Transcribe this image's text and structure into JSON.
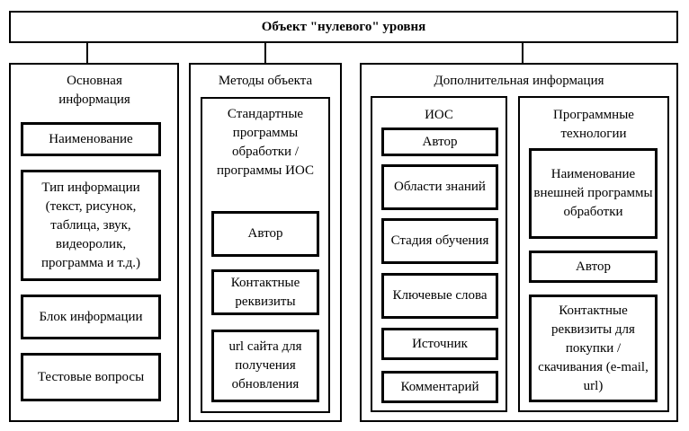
{
  "root": {
    "title": "Объект \"нулевого\" уровня"
  },
  "col1": {
    "title": "Основная информация",
    "items": [
      "Наименование",
      "Тип информации (текст, рисунок, таблица, звук, видеоролик, программа и т.д.)",
      "Блок информации",
      "Тестовые вопросы"
    ]
  },
  "col2": {
    "title": "Методы объекта",
    "sub_title": "Стандартные программы обработки / программы ИОС",
    "items": [
      "Автор",
      "Контактные реквизиты",
      "url сайта для получения обновления"
    ]
  },
  "col3": {
    "title": "Дополнительная информация",
    "ios": {
      "title": "ИОС",
      "items": [
        "Автор",
        "Области знаний",
        "Стадия обучения",
        "Ключевые слова",
        "Источник",
        "Комментарий"
      ]
    },
    "tech": {
      "title": "Программные технологии",
      "items": [
        "Наименование внешней программы обработки",
        "Автор",
        "Контактные реквизиты для покупки / скачивания (e-mail, url)"
      ]
    }
  }
}
